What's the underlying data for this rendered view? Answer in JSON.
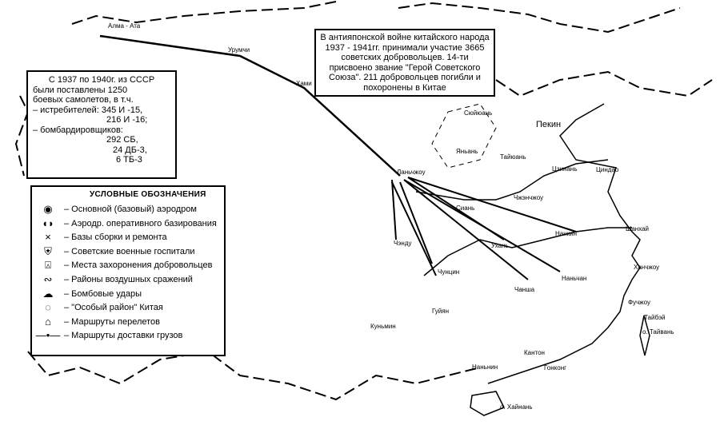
{
  "supply_box": {
    "lines": [
      "С 1937 по 1940г. из СССР",
      "были поставлены 1250",
      "боевых самолетов, в т.ч.",
      "– истребителей: 345 И -15,",
      "216 И -16;",
      "– бомбардировщиков:",
      "292 СБ,",
      "24 ДБ-3,",
      "6 ТБ-3"
    ]
  },
  "volunteers_box": {
    "text": "В антияпонской войне китайского народа 1937 - 1941гг. принимали участие 3665 советских добровольцев. 14-ти присвоено звание \"Герой Советского Союза\". 211 добровольцев погибли и похоронены в Китае"
  },
  "legend": {
    "title": "УСЛОВНЫЕ ОБОЗНАЧЕНИЯ",
    "items": [
      {
        "icon": "main-airfield-icon",
        "label": "– Основной (базовый) аэродром"
      },
      {
        "icon": "operational-airfield-icon",
        "label": "– Аэродр. оперативного базирования"
      },
      {
        "icon": "repair-base-icon",
        "label": "– Базы сборки и ремонта"
      },
      {
        "icon": "hospital-icon",
        "label": "– Советские военные госпитали"
      },
      {
        "icon": "burial-icon",
        "label": "– Места захоронения добровольцев"
      },
      {
        "icon": "air-battle-icon",
        "label": "– Районы воздушных сражений"
      },
      {
        "icon": "bomb-strike-icon",
        "label": "– Бомбовые удары"
      },
      {
        "icon": "special-region-icon",
        "label": "– \"Особый район\" Китая"
      },
      {
        "icon": "flight-route-icon",
        "label": "– Маршруты перелетов"
      },
      {
        "icon": "cargo-route-icon",
        "label": "– Маршруты доставки грузов"
      }
    ]
  },
  "cities": [
    {
      "name": "Алма - Ата"
    },
    {
      "name": "Урумчи"
    },
    {
      "name": "Хами"
    },
    {
      "name": "Ланьчжоу"
    },
    {
      "name": "Сюйюань"
    },
    {
      "name": "Яньань"
    },
    {
      "name": "Пекин"
    },
    {
      "name": "Тайюань"
    },
    {
      "name": "Цзинань"
    },
    {
      "name": "Циндао"
    },
    {
      "name": "Чжэнчжоу"
    },
    {
      "name": "Сиань"
    },
    {
      "name": "Шанхай"
    },
    {
      "name": "Нанкин"
    },
    {
      "name": "Ухань"
    },
    {
      "name": "Ханчжоу"
    },
    {
      "name": "Наньчан"
    },
    {
      "name": "Чанша"
    },
    {
      "name": "Чэнду"
    },
    {
      "name": "Чунцин"
    },
    {
      "name": "Гуйян"
    },
    {
      "name": "Куньмин"
    },
    {
      "name": "Фучжоу"
    },
    {
      "name": "Тайбэй"
    },
    {
      "name": "о. Тайвань"
    },
    {
      "name": "Кантон"
    },
    {
      "name": "Гонконг"
    },
    {
      "name": "Наньнин"
    },
    {
      "name": "о. Хайнань"
    }
  ]
}
